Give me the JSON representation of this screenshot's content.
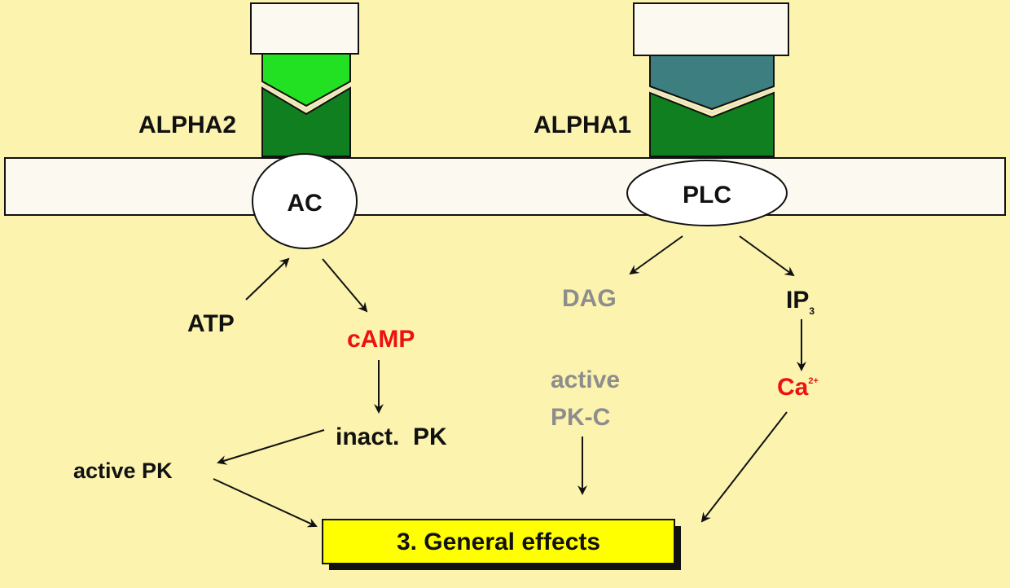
{
  "colors": {
    "background": "#FBF3AE",
    "membrane": "#FCFAF0",
    "receptor_top_alpha2": "#22E022",
    "receptor_top_alpha1": "#3D7E80",
    "receptor_body": "#0F7F1F",
    "black_text": "#111111",
    "red_text": "#EE1111",
    "grey_text": "#8D8D8D",
    "effects_box": "#FFFF00"
  },
  "receptors": {
    "alpha2": {
      "label": "ALPHA2"
    },
    "alpha1": {
      "label": "ALPHA1"
    }
  },
  "enzymes": {
    "ac": {
      "label": "AC"
    },
    "plc": {
      "label": "PLC"
    }
  },
  "left_pathway": {
    "atp": "ATP",
    "camp": "cAMP",
    "inactive_pk": "inact.  PK",
    "active_pk": "active PK"
  },
  "right_pathway": {
    "dag": "DAG",
    "ip3_base": "IP",
    "ip3_sub": "3",
    "active_pkc_line1": "active",
    "active_pkc_line2": "PK-C",
    "ca_base": "Ca",
    "ca_sup": "2+"
  },
  "effects_box": {
    "label": "3. General effects"
  }
}
